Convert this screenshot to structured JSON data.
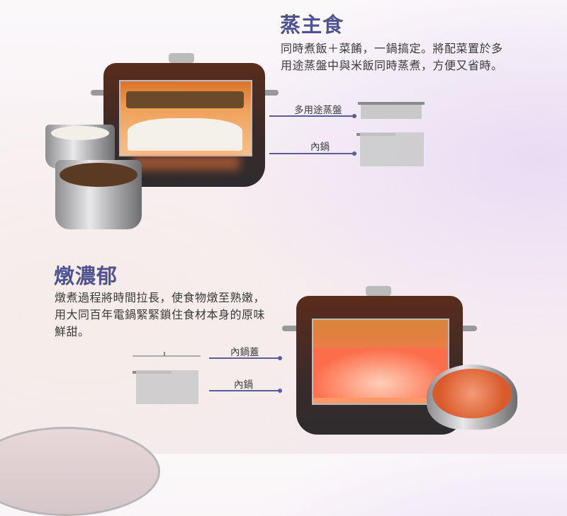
{
  "section1": {
    "title": "蒸主食",
    "lines": [
      "同時煮飯＋菜餚，一鍋搞定。將配菜置於多",
      "用途蒸盤中與米飯同時蒸煮，方便又省時。"
    ],
    "labels": {
      "steam_tray": "多用途蒸盤",
      "inner_pot": "內鍋"
    }
  },
  "section2": {
    "title": "燉濃郁",
    "lines": [
      "燉煮過程將時間拉長，使食物燉至熟嫩，",
      "用大同百年電鍋緊緊鎖住食材本身的原味",
      "鮮甜。"
    ],
    "labels": {
      "inner_lid": "內鍋蓋",
      "inner_pot": "內鍋"
    }
  },
  "colors": {
    "title": "#4f5391",
    "line": "#5a5e98"
  }
}
